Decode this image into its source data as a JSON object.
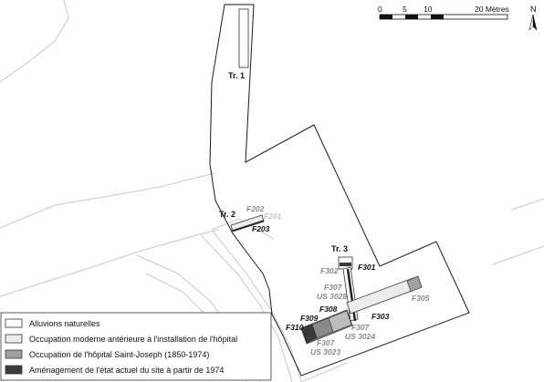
{
  "north_arrow": {
    "letter": "N"
  },
  "scale_bar": {
    "ticks": [
      "0",
      "5",
      "10",
      "20 Mètres"
    ]
  },
  "trenches": {
    "tr1": "Tr. 1",
    "tr2": "Tr. 2",
    "tr3": "Tr. 3"
  },
  "features": {
    "f202": "F202",
    "f201": "F201",
    "f203": "F203",
    "f301": "F301",
    "f302": "F302",
    "f307a": "F307",
    "us3028": "US 3028",
    "f308": "F308",
    "f309": "F309",
    "f310": "F310",
    "f307b": "F307",
    "us3023": "US 3023",
    "f307c": "F307",
    "us3024": "US 3024",
    "f303": "F303",
    "f305": "F305"
  },
  "legend": {
    "items": [
      {
        "label": "Alluvions naturelles",
        "color": "#ffffff"
      },
      {
        "label": "Occupation moderne antérieure à l'installation de l'hôpital",
        "color": "#ececec"
      },
      {
        "label": "Occupation de l'hôpital Saint-Joseph (1850-1974)",
        "color": "#a0a0a0"
      },
      {
        "label": "Aménagement de l'état actuel du site à partir de 1974",
        "color": "#3a3a3a"
      }
    ]
  },
  "colors": {
    "site_outline": "#1a1a1a",
    "background_lines": "#c8c8c8",
    "grey_label": "#8a8a8a"
  }
}
